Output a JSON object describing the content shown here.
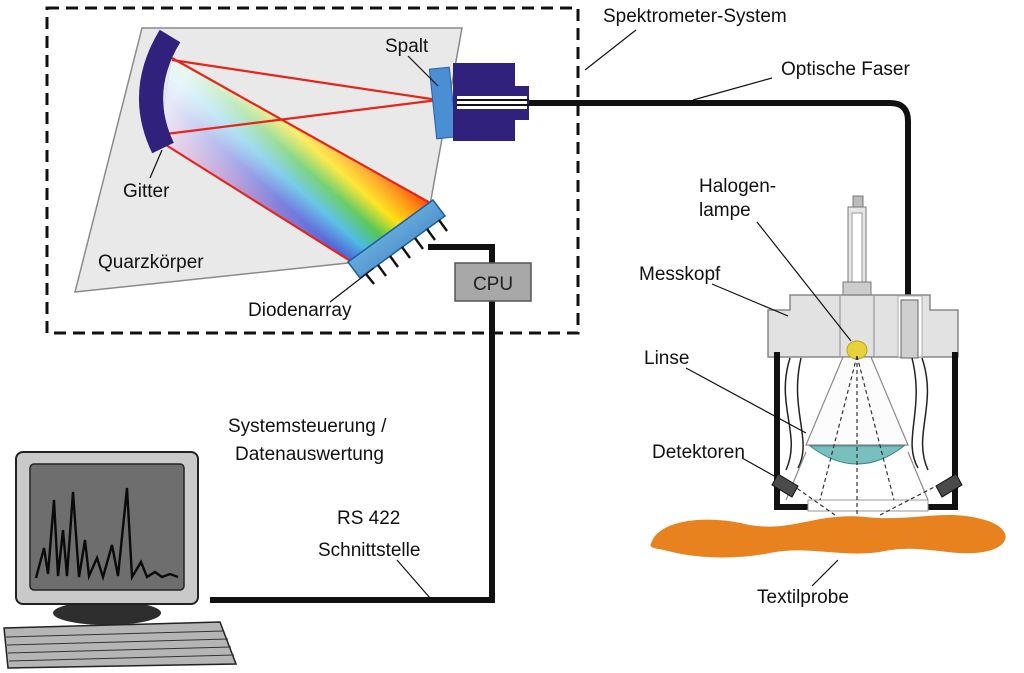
{
  "diagram": {
    "title": "Spektrometer-System Diagramm",
    "labels": {
      "spektrometer_system": "Spektrometer-System",
      "spalt": "Spalt",
      "optische_faser": "Optische Faser",
      "gitter": "Gitter",
      "quarzkoerper": "Quarzkörper",
      "diodenarray": "Diodenarray",
      "cpu": "CPU",
      "halogenlampe_line1": "Halogen-",
      "halogenlampe_line2": "lampe",
      "messkopf": "Messkopf",
      "linse": "Linse",
      "detektoren": "Detektoren",
      "systemsteuerung_line1": "Systemsteuerung /",
      "systemsteuerung_line2": "Datenauswertung",
      "rs422_line1": "RS 422",
      "rs422_line2": "Schnittstelle",
      "textilprobe": "Textilprobe"
    },
    "colors": {
      "ray_red": "#e8231a",
      "grating_purple": "#30217c",
      "slit_blue": "#4a8fd4",
      "lens_teal": "#79bfbe",
      "lamp_yellow": "#e8d23c",
      "sample_orange": "#e8821f",
      "body_gray": "#e9e9e9",
      "cpu_gray": "#a8a8a8"
    }
  }
}
